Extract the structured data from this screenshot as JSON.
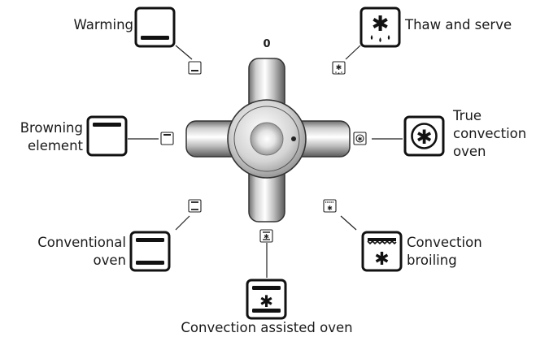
{
  "dial": {
    "zero_label": "0"
  },
  "modes": [
    {
      "id": "warming",
      "label_lines": [
        "Warming"
      ],
      "icon": "warming-icon"
    },
    {
      "id": "thaw-and-serve",
      "label_lines": [
        "Thaw and serve"
      ],
      "icon": "thaw-icon"
    },
    {
      "id": "browning-element",
      "label_lines": [
        "Browning",
        "element"
      ],
      "icon": "browning-element-icon"
    },
    {
      "id": "true-convection-oven",
      "label_lines": [
        "True",
        "convection",
        "oven"
      ],
      "icon": "fan-icon"
    },
    {
      "id": "conventional-oven",
      "label_lines": [
        "Conventional",
        "oven"
      ],
      "icon": "conventional-oven-icon"
    },
    {
      "id": "convection-broiling",
      "label_lines": [
        "Convection",
        "broiling"
      ],
      "icon": "convection-broiling-icon"
    },
    {
      "id": "convection-assisted-oven",
      "label_lines": [
        "Convection assisted oven"
      ],
      "icon": "convection-assisted-icon"
    }
  ]
}
